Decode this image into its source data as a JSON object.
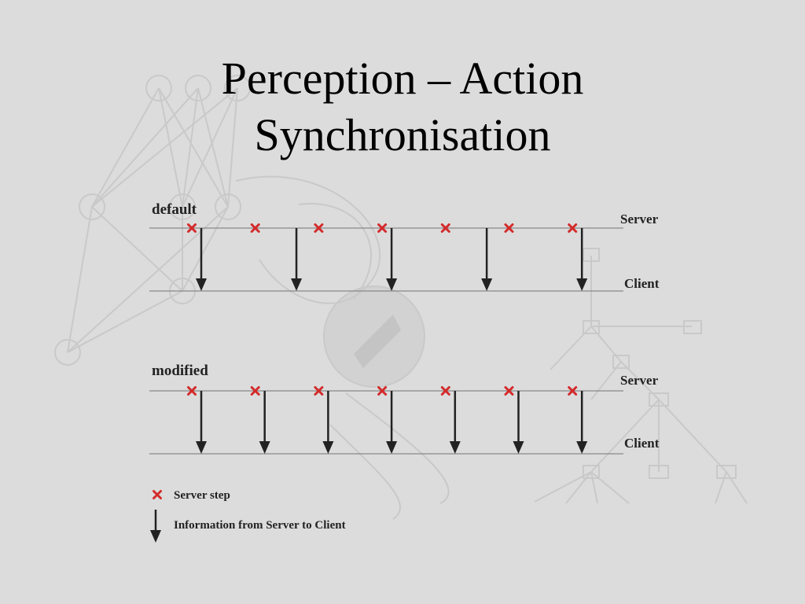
{
  "title": {
    "line1": "Perception – Action",
    "line2": "Synchronisation"
  },
  "colors": {
    "step": "#d42a2a",
    "arrow": "#222222",
    "line": "#888888",
    "watermark": "#c8c8c8"
  },
  "sections": [
    {
      "label": "default",
      "server_label": "Server",
      "client_label": "Client",
      "server_steps": [
        1,
        2,
        3,
        4,
        5,
        6,
        7
      ],
      "messages": [
        1,
        2.5,
        4,
        5.5,
        7
      ]
    },
    {
      "label": "modified",
      "server_label": "Server",
      "client_label": "Client",
      "server_steps": [
        1,
        2,
        3,
        4,
        5,
        6,
        7
      ],
      "messages": [
        1,
        2,
        3,
        4,
        5,
        6,
        7
      ]
    }
  ],
  "legend": {
    "step_label": "Server step",
    "info_label": "Information from Server to Client",
    "step_icon": "red-x-icon",
    "arrow_icon": "down-arrow-icon"
  }
}
